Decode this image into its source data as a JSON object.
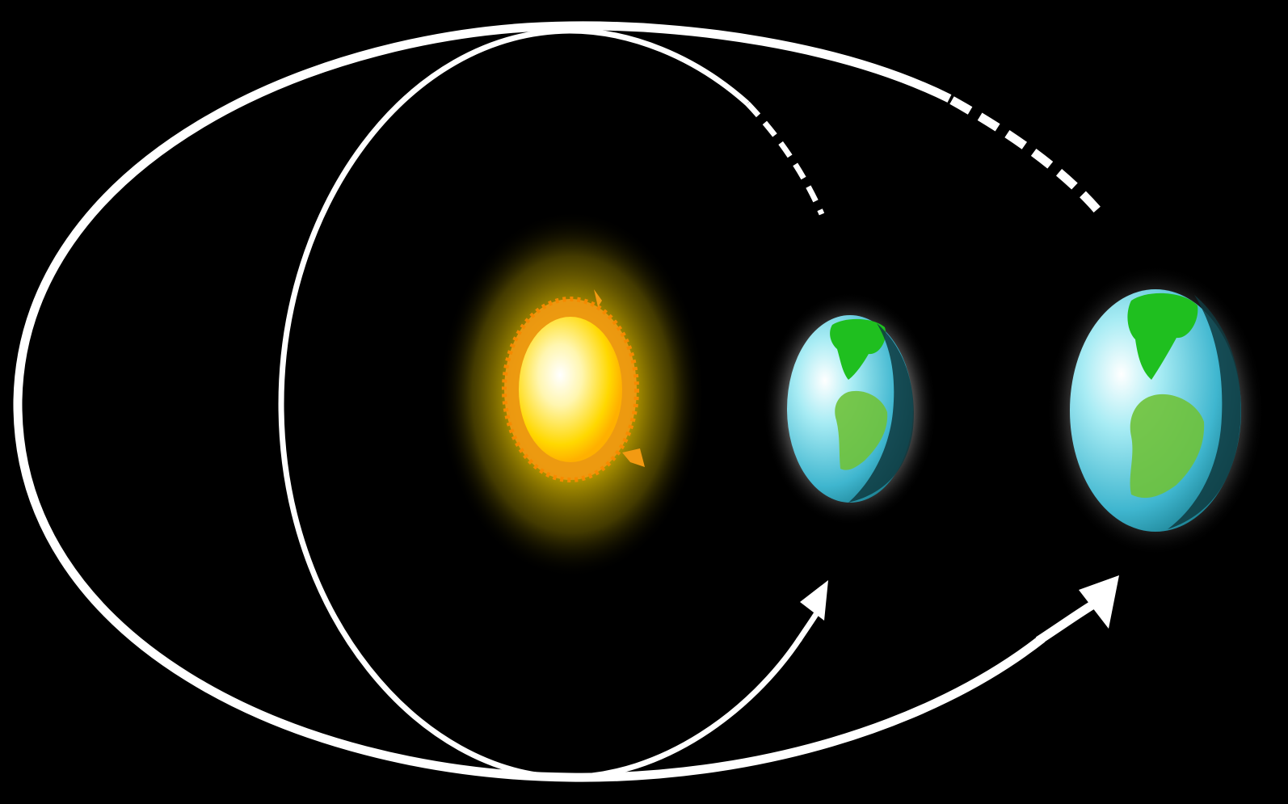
{
  "diagram": {
    "background_color": "#000000",
    "orbit_color": "#ffffff",
    "sun": {
      "icon": "sun-icon",
      "core_color": "#fff7d0",
      "mid_color": "#ffd400",
      "corona_color": "#f39a12",
      "glow_color": "#b8a000"
    },
    "earths": [
      {
        "icon": "earth-globe-icon",
        "ocean_color": "#5fc8e0",
        "land_color": "#1fbf1f",
        "shadow_color": "#0f3a40"
      },
      {
        "icon": "earth-globe-icon",
        "ocean_color": "#5fc8e0",
        "land_color": "#1fbf1f",
        "shadow_color": "#0f3a40"
      }
    ],
    "orbits": [
      {
        "name": "inner-orbit",
        "shape": "ellipse",
        "dashed_tail": true,
        "arrow": true
      },
      {
        "name": "outer-orbit",
        "shape": "ellipse",
        "dashed_tail": true,
        "arrow": true
      }
    ]
  }
}
